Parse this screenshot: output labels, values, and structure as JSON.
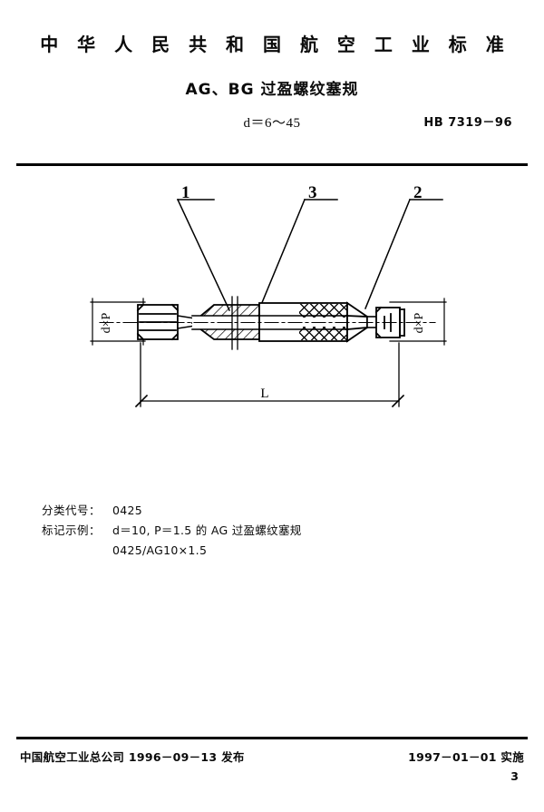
{
  "header": {
    "org_line": "中 华 人 民 共 和 国 航 空 工 业 标 准",
    "title": "AG、BG 过盈螺纹塞规",
    "range": "d＝6～45",
    "standard_code": "HB 7319－96"
  },
  "drawing": {
    "callouts": [
      {
        "id": "callout-1",
        "label": "1"
      },
      {
        "id": "callout-3",
        "label": "3"
      },
      {
        "id": "callout-2",
        "label": "2"
      }
    ],
    "dim_left_label": "d×P",
    "dim_right_label": "d×P",
    "dim_length_label": "L"
  },
  "notes": {
    "class_code_label": "分类代号：",
    "class_code_value": "0425",
    "marking_label": "标记示例：",
    "marking_value": "d＝10, P＝1.5 的 AG 过盈螺纹塞规",
    "marking_value_2": "0425/AG10×1.5"
  },
  "footer": {
    "issuer": "中国航空工业总公司 1996－09－13 发布",
    "effective": "1997－01－01 实施",
    "page_number": "3"
  },
  "colors": {
    "ink": "#000000",
    "paper": "#ffffff"
  }
}
